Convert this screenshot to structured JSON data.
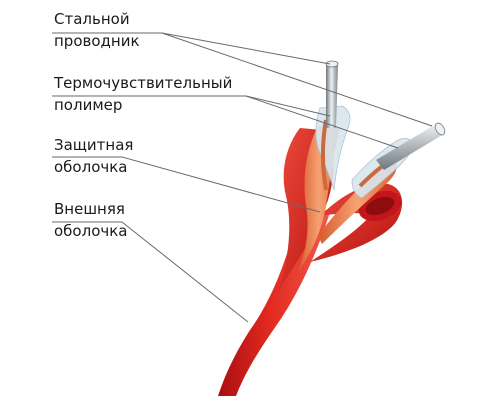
{
  "labels": {
    "steel_conductor": {
      "line1": "Стальной",
      "line2": "проводник"
    },
    "thermo_polymer": {
      "line1": "Термочувствительный",
      "line2": "полимер"
    },
    "protective_sheath": {
      "line1": "Защитная",
      "line2": "оболочка"
    },
    "outer_sheath": {
      "line1": "Внешняя",
      "line2": "оболочка"
    }
  },
  "colors": {
    "outer_red": "#d8201c",
    "outer_red_dark": "#a80f10",
    "outer_red_light": "#ef5a4c",
    "inner_orange": "#e8753f",
    "copper": "#c96b3c",
    "film": "#d9e6ef",
    "steel": "#b9c0c6",
    "steel_dark": "#6f777e",
    "leader": "#6a6a6a"
  }
}
